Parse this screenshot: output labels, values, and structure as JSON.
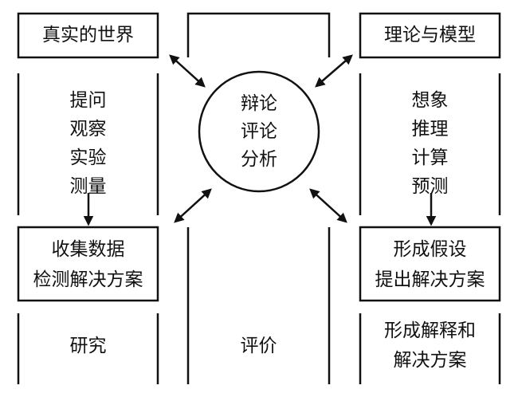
{
  "left": {
    "top_box": "真实的世界",
    "steps": [
      "提问",
      "观察",
      "实验",
      "测量"
    ],
    "bottom_box": [
      "收集数据",
      "检测解决方案"
    ],
    "footer": "研究"
  },
  "center": {
    "circle": [
      "辩论",
      "评论",
      "分析"
    ],
    "footer": "评价"
  },
  "right": {
    "top_box": "理论与模型",
    "steps": [
      "想象",
      "推理",
      "计算",
      "预测"
    ],
    "bottom_box": [
      "形成假设",
      "提出解决方案"
    ],
    "footer": [
      "形成解释和",
      "解决方案"
    ]
  }
}
